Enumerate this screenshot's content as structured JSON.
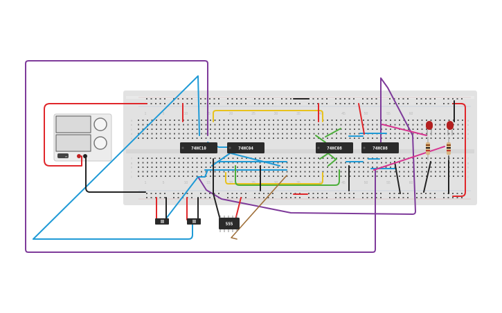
{
  "circuit": {
    "chips": [
      {
        "id": "u1",
        "label": "74HC10"
      },
      {
        "id": "u2",
        "label": "74HC04"
      },
      {
        "id": "u3",
        "label": "74HC08"
      },
      {
        "id": "u4",
        "label": "74HC08"
      },
      {
        "id": "timer",
        "label": "555"
      }
    ],
    "column_numbers": [
      "1",
      "5",
      "10",
      "15",
      "20",
      "25",
      "30",
      "35",
      "40",
      "45",
      "50",
      "55",
      "60"
    ],
    "row_letters_top": [
      "a",
      "b",
      "c",
      "d",
      "e"
    ],
    "row_letters_bottom": [
      "f",
      "g",
      "h",
      "i",
      "j"
    ],
    "power_supply": {
      "button_label": "on"
    },
    "colors": {
      "breadboard": "#e2e2e2",
      "wire_red": "#e0262a",
      "wire_black": "#222222",
      "wire_blue": "#1f9ad6",
      "wire_purple": "#7e3a9a",
      "wire_yellow": "#e8c21c",
      "wire_green": "#4cae3a",
      "wire_magenta": "#d6338f",
      "wire_brown": "#a0703a",
      "led": "#b32020",
      "chip": "#2b2b2b"
    }
  }
}
